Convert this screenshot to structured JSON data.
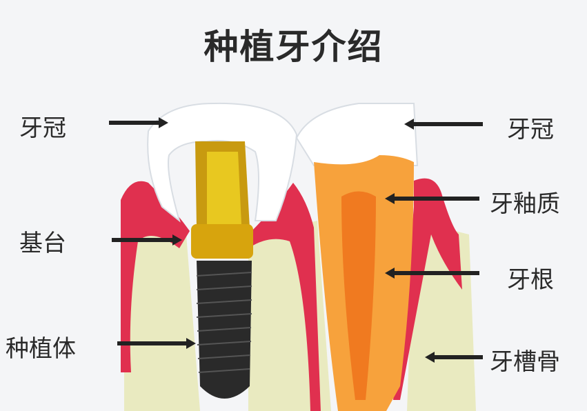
{
  "title": "种植牙介绍",
  "left_labels": {
    "crown": "牙冠",
    "abutment": "基台",
    "implant_body": "种植体"
  },
  "right_labels": {
    "crown": "牙冠",
    "enamel": "牙釉质",
    "root": "牙根",
    "alveolar_bone": "牙槽骨"
  },
  "colors": {
    "gum": "#e0304f",
    "bone": "#e9eac0",
    "dentin": "#f7a23c",
    "pulp": "#f07a20",
    "abutment": "#d7a40d",
    "implant": "#2a2a2a",
    "arrow": "#222222"
  }
}
